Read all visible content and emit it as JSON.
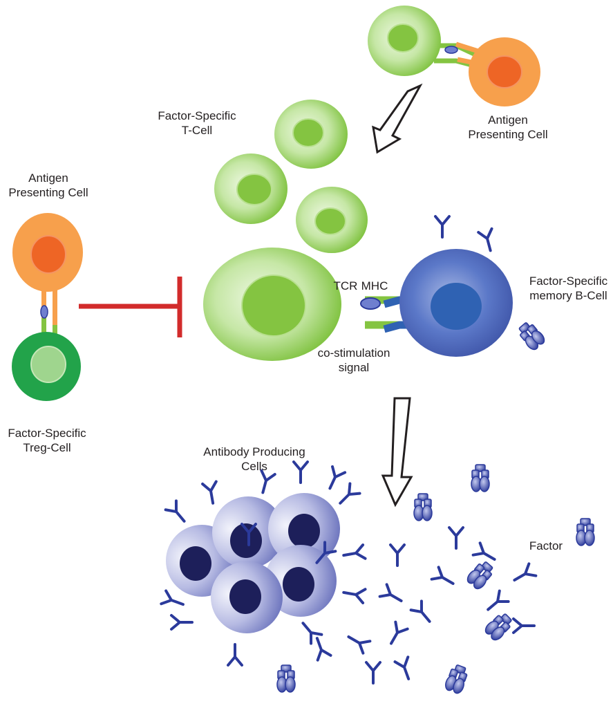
{
  "labels": {
    "apc_top": [
      "Antigen",
      "Presenting Cell"
    ],
    "tcell": [
      "Factor-Specific",
      "T-Cell"
    ],
    "apc_left": [
      "Antigen",
      "Presenting Cell"
    ],
    "treg": [
      "Factor-Specific",
      "Treg-Cell"
    ],
    "bcell": [
      "Factor-Specific",
      "memory B-Cell"
    ],
    "tcr": "TCR",
    "mhc": "MHC",
    "costim": [
      "co-stimulation",
      "signal"
    ],
    "antibody_cells": [
      "Antibody Producing",
      "Cells"
    ],
    "factor": "Factor"
  },
  "colors": {
    "t_cell_light": "#c6e7a6",
    "t_cell_mid": "#84c441",
    "apc_outer": "#f7a04c",
    "apc_nucleus": "#ee6525",
    "treg_outer": "#22a34a",
    "treg_nucleus": "#9fd58e",
    "b_cell": "#4a6cc0",
    "b_nucleus": "#2f62b3",
    "antibody": "#2b3a9b",
    "producing_cell": "#8f95d2",
    "producing_nucleus": "#1d1f5a",
    "inhibit": "#d22b2b"
  }
}
